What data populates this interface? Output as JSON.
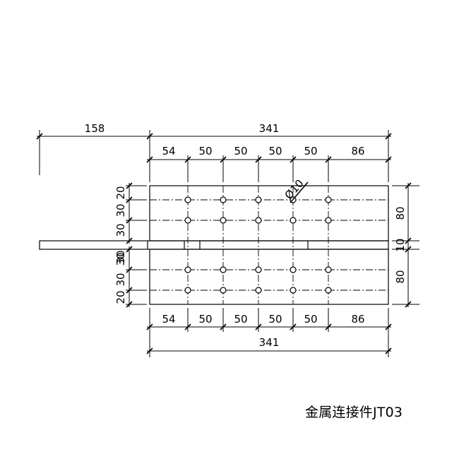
{
  "caption": "金属连接件JT03",
  "dimensions": {
    "offset": "158",
    "overall_top": "341",
    "overall_bottom": "341",
    "segments_top": [
      "54",
      "50",
      "50",
      "50",
      "50",
      "86"
    ],
    "segments_bottom": [
      "54",
      "50",
      "50",
      "50",
      "50",
      "86"
    ],
    "left_top": [
      "20",
      "30",
      "30",
      "30"
    ],
    "left_bottom": [
      "30",
      "30",
      "20"
    ],
    "right": [
      "80",
      "10",
      "80"
    ],
    "hole_label": "Ø10"
  }
}
